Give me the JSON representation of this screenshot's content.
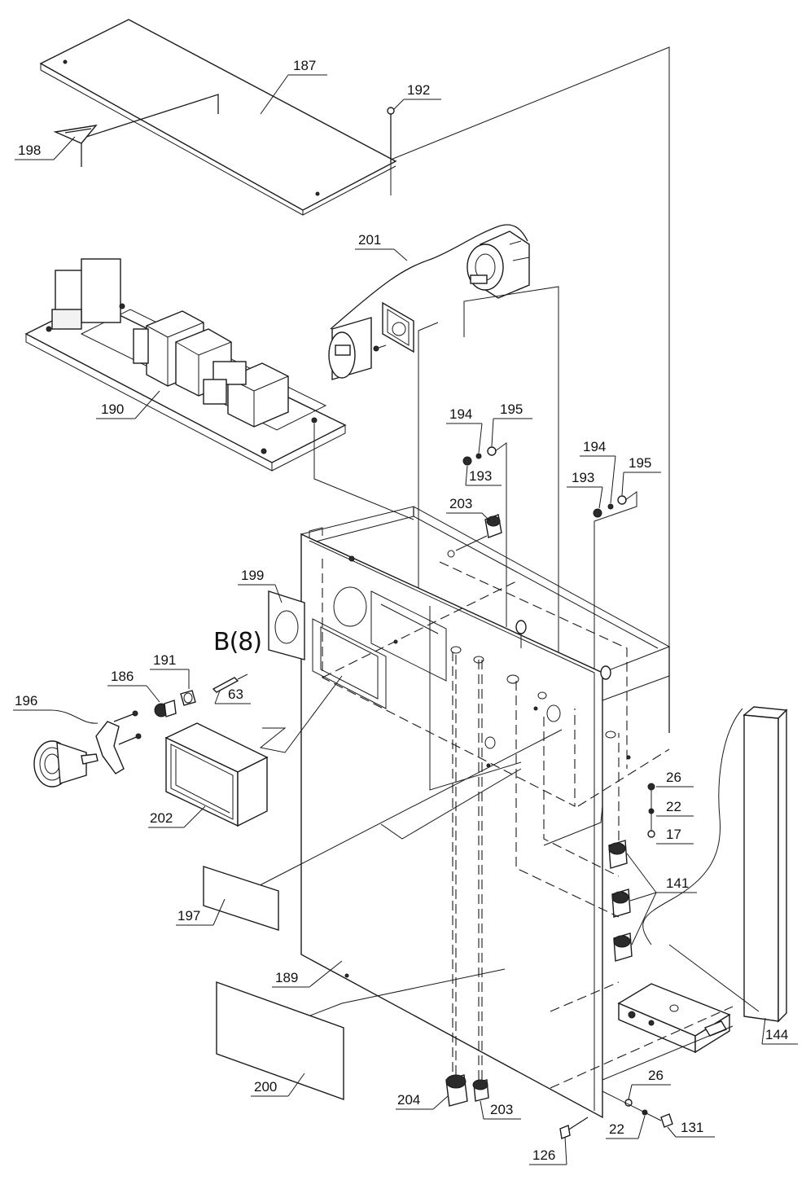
{
  "diagram": {
    "labels": {
      "l187": "187",
      "l192": "192",
      "l198": "198",
      "l201": "201",
      "l190": "190",
      "l194a": "194",
      "l195a": "195",
      "l193a": "193",
      "l194b": "194",
      "l195b": "195",
      "l193b": "193",
      "l203a": "203",
      "l199": "199",
      "lB8": "B(8)",
      "l191": "191",
      "l186": "186",
      "l63": "63",
      "l196": "196",
      "l202": "202",
      "l26a": "26",
      "l22a": "22",
      "l17": "17",
      "l141": "141",
      "l197": "197",
      "l189": "189",
      "l144": "144",
      "l200": "200",
      "l204": "204",
      "l203b": "203",
      "l26b": "26",
      "l22b": "22",
      "l131": "131",
      "l126": "126"
    }
  }
}
